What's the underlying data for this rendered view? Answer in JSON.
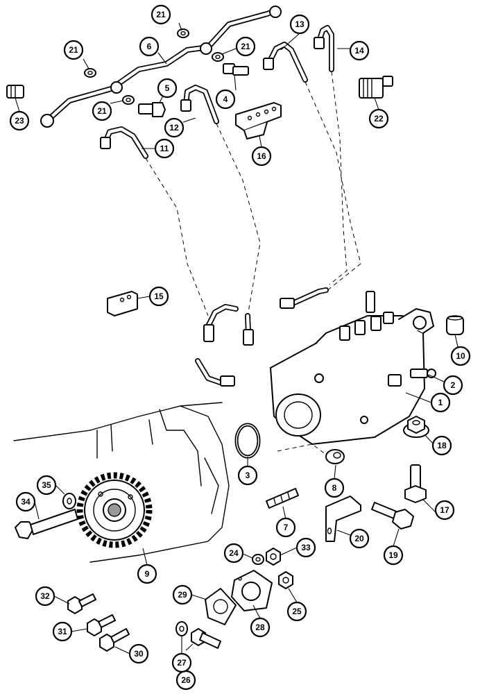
{
  "callouts": {
    "c1": "1",
    "c2": "2",
    "c3": "3",
    "c4": "4",
    "c5": "5",
    "c6": "6",
    "c7": "7",
    "c8": "8",
    "c9": "9",
    "c10": "10",
    "c11": "11",
    "c12": "12",
    "c13": "13",
    "c14": "14",
    "c15": "15",
    "c16": "16",
    "c17": "17",
    "c18": "18",
    "c19": "19",
    "c20": "20",
    "c21a": "21",
    "c21b": "21",
    "c21c": "21",
    "c21d": "21",
    "c22": "22",
    "c23": "23",
    "c24": "24",
    "c25": "25",
    "c26": "26",
    "c27": "27",
    "c28": "28",
    "c29": "29",
    "c30": "30",
    "c31": "31",
    "c32": "32",
    "c33": "33",
    "c34": "34",
    "c35": "35"
  }
}
